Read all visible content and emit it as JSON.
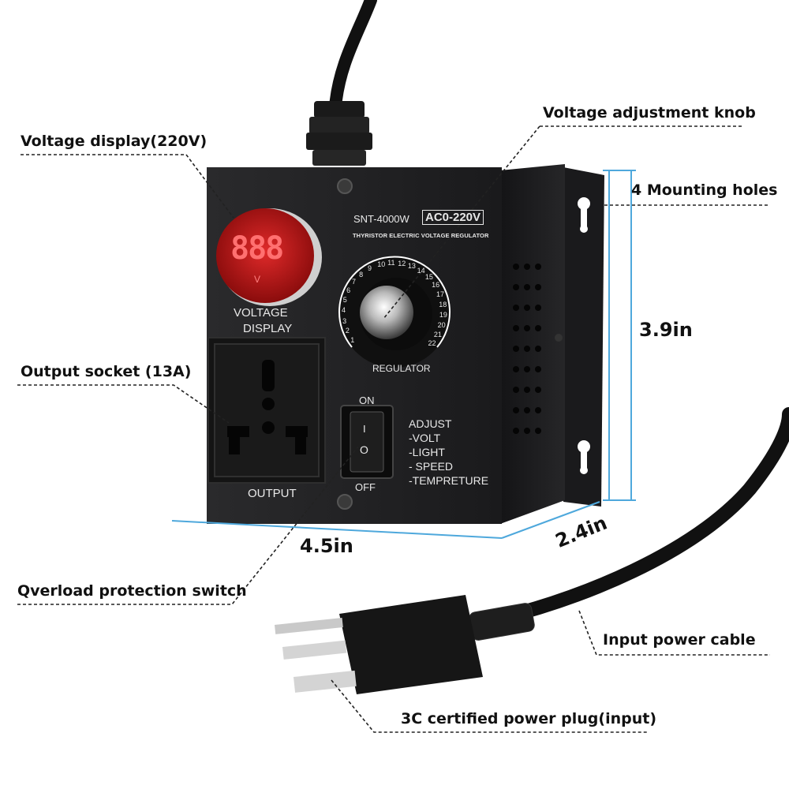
{
  "callouts": {
    "voltage_display": "Voltage display(220V)",
    "knob": "Voltage adjustment knob",
    "mounting": "4 Mounting holes",
    "output_socket": "Output socket (13A)",
    "switch": "Qverload protection switch",
    "cable": "Input power cable",
    "plug": "3C certified power plug(input)"
  },
  "dimensions": {
    "width": "4.5in",
    "depth": "2.4in",
    "height": "3.9in"
  },
  "panel": {
    "model": "SNT-4000W",
    "range": "AC0-220V",
    "subtitle": "THYRISTOR ELECTRIC VOLTAGE REGULATOR",
    "display_digits": "888",
    "display_unit": "V",
    "display_label_1": "VOLTAGE",
    "display_label_2": "DISPLAY",
    "regulator_label": "REGULATOR",
    "dial_numbers": [
      "1",
      "2",
      "3",
      "4",
      "5",
      "6",
      "7",
      "8",
      "9",
      "10",
      "11",
      "12",
      "13",
      "14",
      "15",
      "16",
      "17",
      "18",
      "19",
      "20",
      "21",
      "22"
    ],
    "switch_on": "ON",
    "switch_off": "OFF",
    "switch_on_glyph": "I",
    "switch_off_glyph": "O",
    "output_label": "OUTPUT",
    "adjust_lines": [
      "ADJUST",
      "-VOLT",
      "-LIGHT",
      "- SPEED",
      "-TEMPRETURE"
    ]
  },
  "colors": {
    "device_body": "#1c1c1e",
    "display_red": "#d41a1a",
    "dimension_line": "#4ea8dc",
    "leader_line": "#222222"
  }
}
